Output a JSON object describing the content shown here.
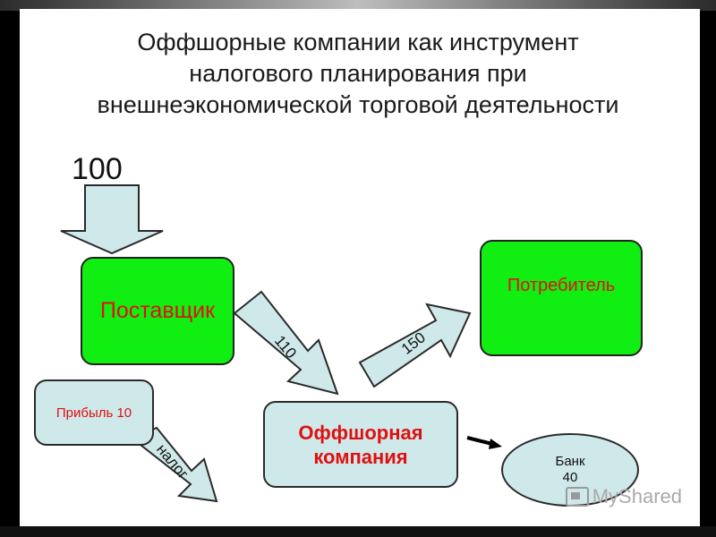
{
  "title_lines": [
    "Оффшорные компании как инструмент",
    "налогового планирования при",
    "внешнеэкономической торговой деятельности"
  ],
  "input_amount": "100",
  "nodes": {
    "supplier": "Поставщик",
    "consumer": "Потребитель",
    "profit": "Прибыль 10",
    "offshore": "Оффшорная компания",
    "bank": "Банк 40"
  },
  "arrows": {
    "supplier_to_offshore": "110",
    "offshore_to_consumer": "150",
    "tax": "налог"
  },
  "watermark": "MyShared",
  "colors": {
    "green": "#11ee11",
    "cyan": "#cfe9ea",
    "red": "#e01010",
    "background": "#ffffff"
  }
}
